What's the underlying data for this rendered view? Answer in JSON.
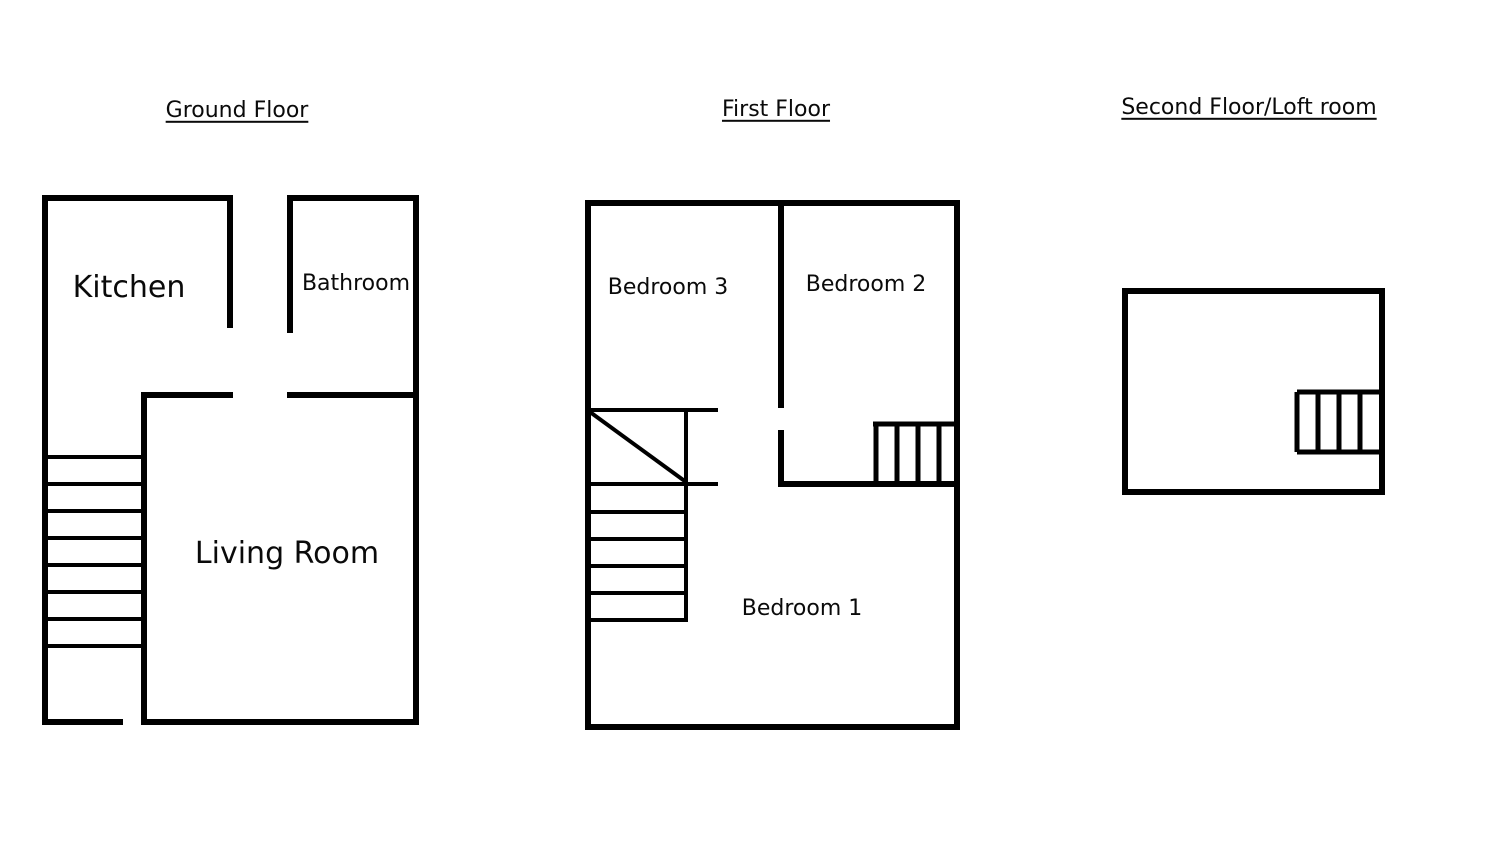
{
  "canvas": {
    "background": "#ffffff",
    "line_color": "#000000",
    "text_color": "#0a0a0a"
  },
  "floors": {
    "ground": {
      "title": "Ground Floor",
      "rooms": {
        "kitchen": "Kitchen",
        "bathroom": "Bathroom",
        "living_room": "Living Room"
      }
    },
    "first": {
      "title": "First Floor",
      "rooms": {
        "bedroom3": "Bedroom 3",
        "bedroom2": "Bedroom 2",
        "bedroom1": "Bedroom 1"
      }
    },
    "second": {
      "title": "Second Floor/Loft room"
    }
  }
}
